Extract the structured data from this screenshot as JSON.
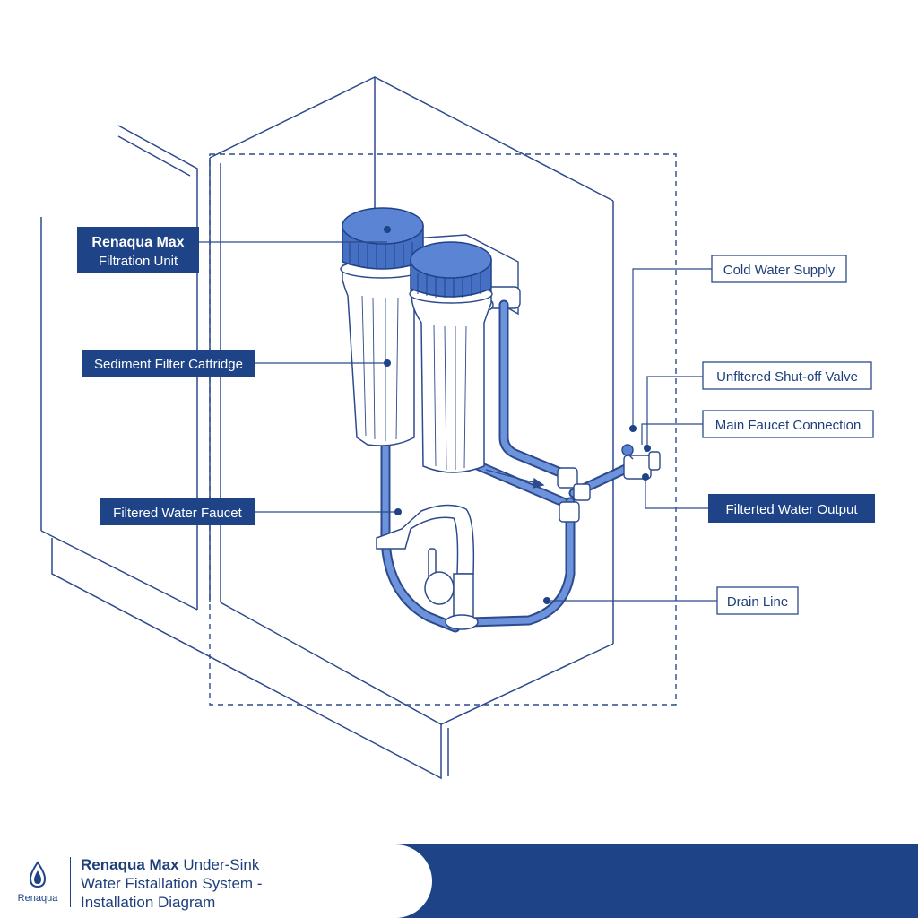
{
  "labels": {
    "filtration_unit_line1": "Renaqua Max",
    "filtration_unit_line2": "Filtration Unit",
    "sediment_filter": "Sediment Filter Cattridge",
    "filtered_faucet": "Filtered Water Faucet",
    "cold_water_supply": "Cold Water Supply",
    "unfiltered_valve": "Unfltered Shut-off Valve",
    "main_faucet_connection": "Main Faucet Connection",
    "filtered_output": "Filterted Water Output",
    "drain_line": "Drain Line"
  },
  "footer": {
    "logo_text": "Renaqua",
    "title_brand": "Renaqua Max",
    "title_rest_line1": " Under-Sink",
    "title_line2": "Water Fistallation System -",
    "title_line3": "Installation Diagram"
  },
  "colors": {
    "primary": "#1e4386",
    "line": "#2c4a8c",
    "pipe": "#4a72c8",
    "cap": "#4670c4"
  },
  "icons": {
    "logo": "water-drop-icon"
  }
}
